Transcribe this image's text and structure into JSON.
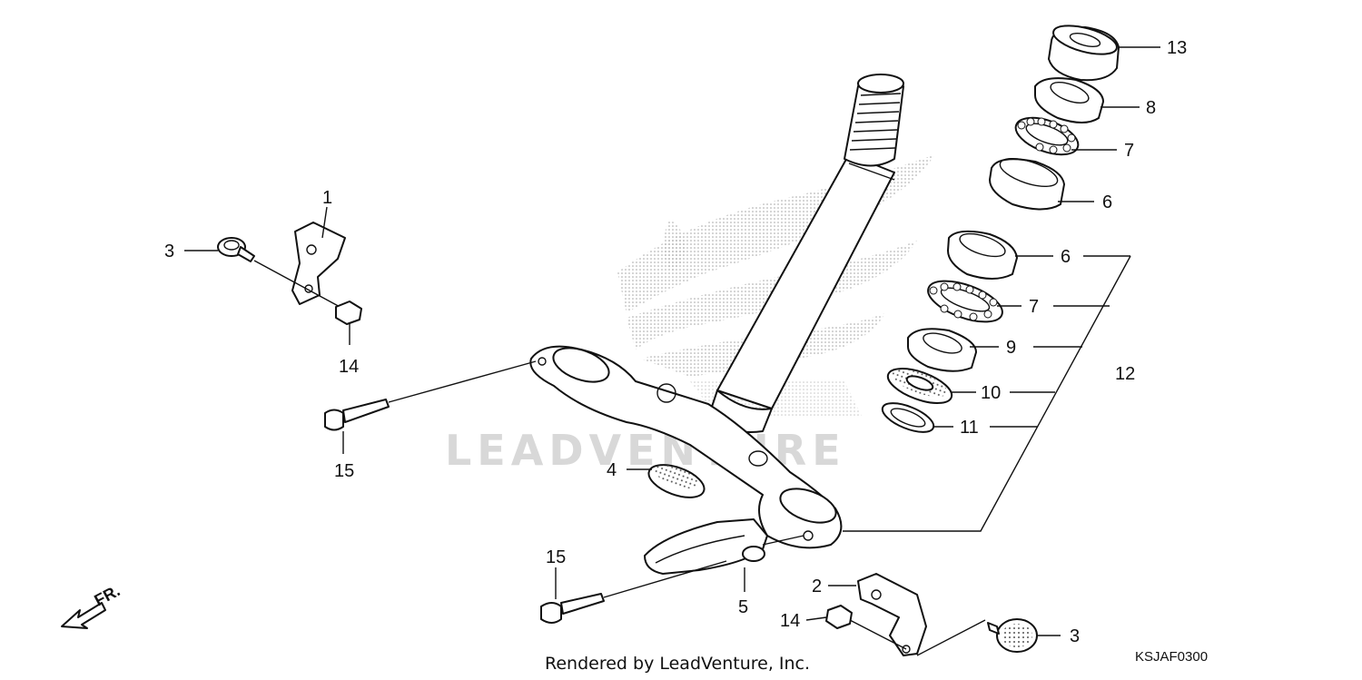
{
  "watermark": "LEADVENTURE",
  "footer_text": "Rendered by LeadVenture, Inc.",
  "diagram_code": "KSJAF0300",
  "direction_label": "FR.",
  "callouts": {
    "c1": "1",
    "c2": "2",
    "c3a": "3",
    "c3b": "3",
    "c4": "4",
    "c5": "5",
    "c6a": "6",
    "c6b": "6",
    "c7a": "7",
    "c7b": "7",
    "c8": "8",
    "c9": "9",
    "c10": "10",
    "c11": "11",
    "c12": "12",
    "c13": "13",
    "c14a": "14",
    "c14b": "14",
    "c15a": "15",
    "c15b": "15"
  }
}
